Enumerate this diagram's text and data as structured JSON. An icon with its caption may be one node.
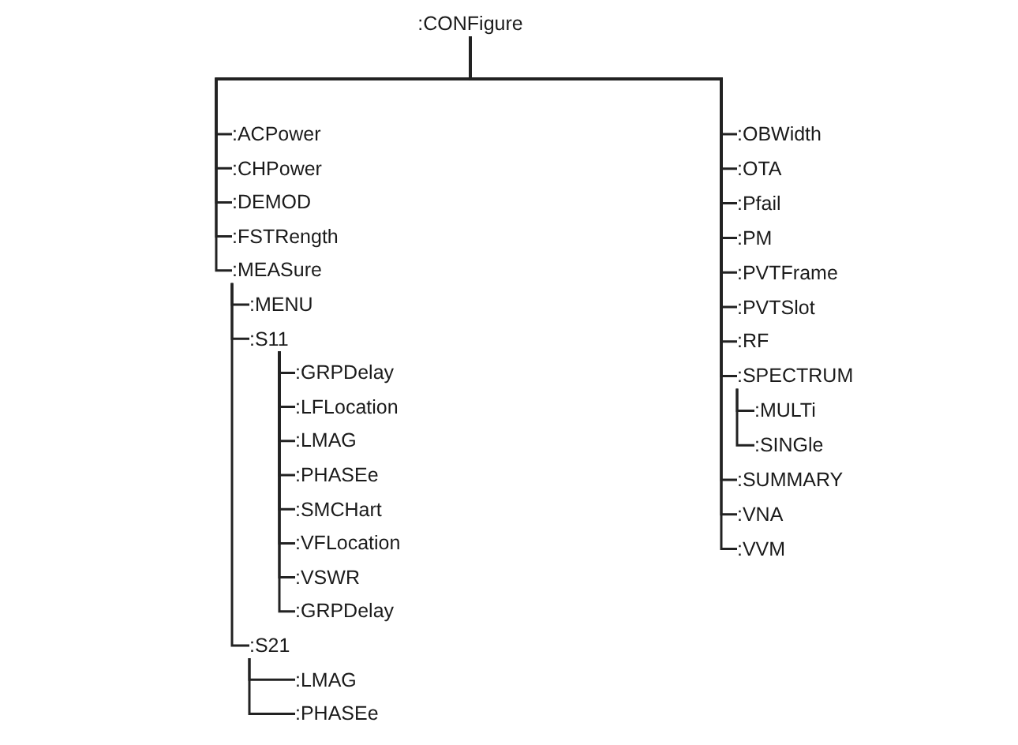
{
  "diagram": {
    "nodes": [
      {
        "text": [
          ":CONFigure"
        ]
      },
      {
        "text": [
          ":ACPower"
        ]
      },
      {
        "text": [
          ":CHPower"
        ]
      },
      {
        "text": [
          ":DEMOD"
        ]
      },
      {
        "text": [
          ":FSTRength"
        ]
      },
      {
        "text": [
          ":MEASure"
        ]
      },
      {
        "text": [
          ":MENU"
        ]
      },
      {
        "text": [
          ":S11"
        ]
      },
      {
        "text": [
          ":GRPDelay"
        ]
      },
      {
        "text": [
          ":LFLocation"
        ]
      },
      {
        "text": [
          ":LMAG"
        ]
      },
      {
        "text": [
          ":PHASEe"
        ]
      },
      {
        "text": [
          ":SMCHart"
        ]
      },
      {
        "text": [
          ":VFLocation"
        ]
      },
      {
        "text": [
          ":VSWR"
        ]
      },
      {
        "text": [
          ":GRPDelay"
        ]
      },
      {
        "text": [
          ":S21"
        ]
      },
      {
        "text": [
          ":LMAG"
        ]
      },
      {
        "text": [
          ":PHASEe"
        ]
      },
      {
        "text": [
          ":OBWidth"
        ]
      },
      {
        "text": [
          ":OTA"
        ]
      },
      {
        "text": [
          ":Pfail"
        ]
      },
      {
        "text": [
          ":PM"
        ]
      },
      {
        "text": [
          ":PVTFrame"
        ]
      },
      {
        "text": [
          ":PVTSlot"
        ]
      },
      {
        "text": [
          ":RF"
        ]
      },
      {
        "text": [
          ":SPECTRUM"
        ]
      },
      {
        "text": [
          ":MULTi"
        ]
      },
      {
        "text": [
          ":SINGle"
        ]
      },
      {
        "text": [
          ":SUMMARY"
        ]
      },
      {
        "text": [
          ":VNA"
        ]
      },
      {
        "text": [
          ":VVM"
        ]
      }
    ],
    "edges": [
      {
        "from": 0,
        "to": 1,
        "arrow": "none"
      },
      {
        "from": 0,
        "to": 2,
        "arrow": "none"
      },
      {
        "from": 0,
        "to": 3,
        "arrow": "none"
      },
      {
        "from": 0,
        "to": 4,
        "arrow": "none"
      },
      {
        "from": 0,
        "to": 5,
        "arrow": "none"
      },
      {
        "from": 5,
        "to": 6,
        "arrow": "none"
      },
      {
        "from": 5,
        "to": 7,
        "arrow": "none"
      },
      {
        "from": 7,
        "to": 8,
        "arrow": "none"
      },
      {
        "from": 7,
        "to": 9,
        "arrow": "none"
      },
      {
        "from": 7,
        "to": 10,
        "arrow": "none"
      },
      {
        "from": 7,
        "to": 11,
        "arrow": "none"
      },
      {
        "from": 7,
        "to": 12,
        "arrow": "none"
      },
      {
        "from": 7,
        "to": 13,
        "arrow": "none"
      },
      {
        "from": 7,
        "to": 14,
        "arrow": "none"
      },
      {
        "from": 7,
        "to": 15,
        "arrow": "none"
      },
      {
        "from": 5,
        "to": 16,
        "arrow": "none"
      },
      {
        "from": 16,
        "to": 17,
        "arrow": "none"
      },
      {
        "from": 16,
        "to": 18,
        "arrow": "none"
      },
      {
        "from": 0,
        "to": 19,
        "arrow": "none"
      },
      {
        "from": 0,
        "to": 20,
        "arrow": "none"
      },
      {
        "from": 0,
        "to": 21,
        "arrow": "none"
      },
      {
        "from": 0,
        "to": 22,
        "arrow": "none"
      },
      {
        "from": 0,
        "to": 23,
        "arrow": "none"
      },
      {
        "from": 0,
        "to": 24,
        "arrow": "none"
      },
      {
        "from": 0,
        "to": 25,
        "arrow": "none"
      },
      {
        "from": 0,
        "to": 26,
        "arrow": "none"
      },
      {
        "from": 26,
        "to": 27,
        "arrow": "none"
      },
      {
        "from": 26,
        "to": 28,
        "arrow": "none"
      },
      {
        "from": 0,
        "to": 29,
        "arrow": "none"
      },
      {
        "from": 0,
        "to": 30,
        "arrow": "none"
      },
      {
        "from": 0,
        "to": 31,
        "arrow": "none"
      }
    ]
  }
}
